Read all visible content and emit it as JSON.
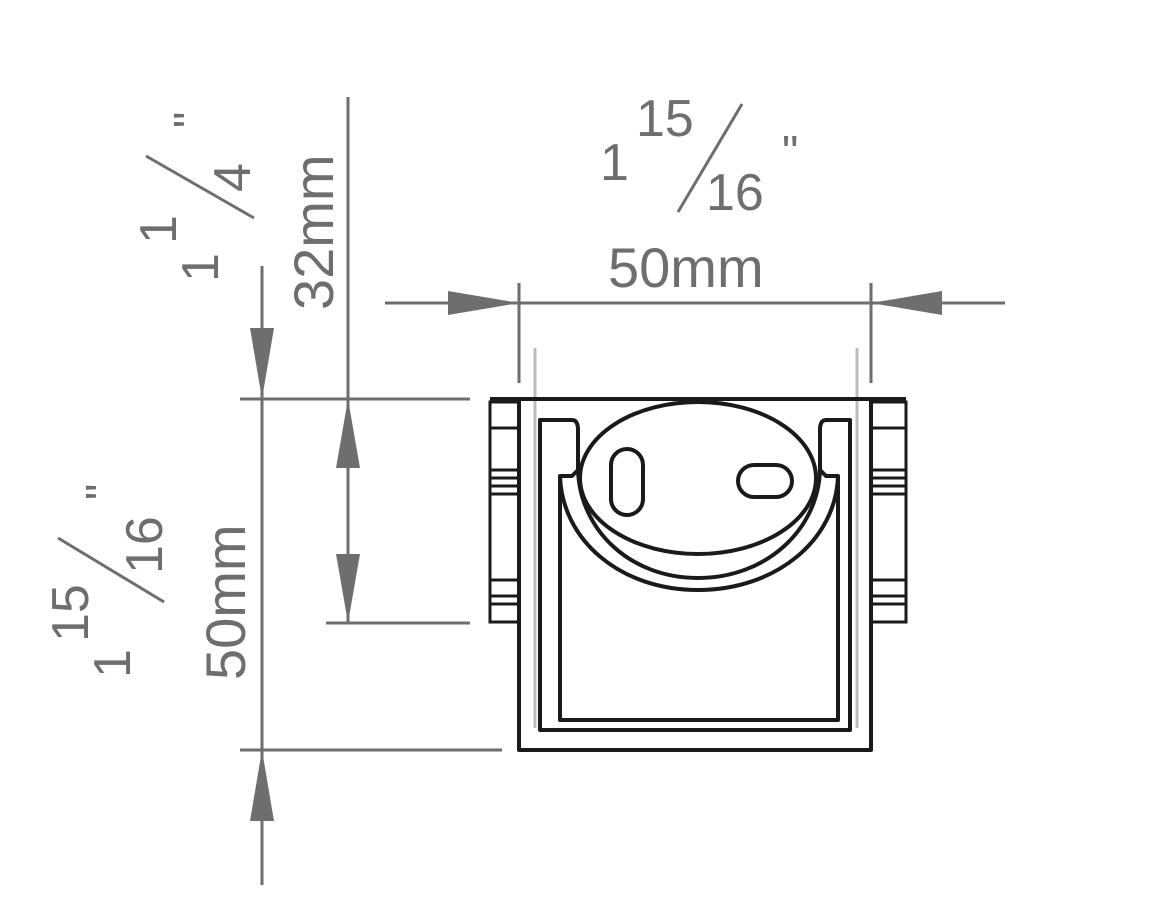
{
  "dimensions": {
    "top_width": {
      "whole": "1",
      "numerator": "15",
      "denominator": "16",
      "inch_mark": "\"",
      "metric": "50mm"
    },
    "left_total_height": {
      "whole": "1",
      "numerator": "15",
      "denominator": "16",
      "inch_mark": "\"",
      "metric": "50mm"
    },
    "left_partial_height": {
      "whole": "1",
      "numerator": "1",
      "denominator": "4",
      "inch_mark": "\"",
      "metric": "32mm"
    }
  },
  "colors": {
    "dimension": "#6e6e6e",
    "outline": "#1a1a1a",
    "hidden": "#bdbdbd"
  }
}
